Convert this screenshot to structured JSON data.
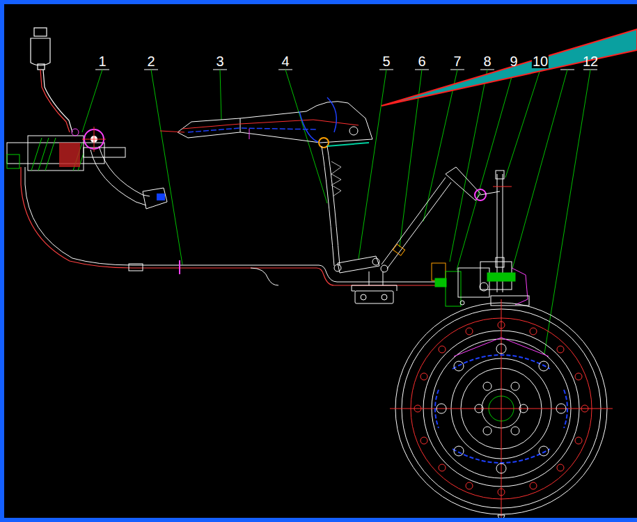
{
  "diagram": {
    "labels": [
      "1",
      "2",
      "3",
      "4",
      "5",
      "6",
      "7",
      "8",
      "9",
      "10",
      "12"
    ]
  }
}
